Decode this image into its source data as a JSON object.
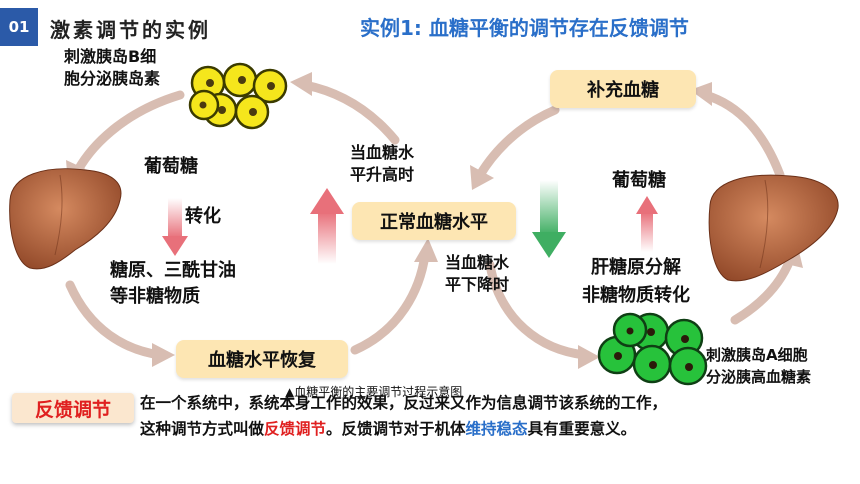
{
  "header": {
    "badge": "01",
    "section_title": "激素调节的实例",
    "main_title": "实例1: 血糖平衡的调节存在反馈调节"
  },
  "diagram": {
    "stimulate_b_line1": "刺激胰岛B细",
    "stimulate_b_line2": "胞分泌胰岛素",
    "glucose_left": "葡萄糖",
    "convert": "转化",
    "glycogen_line1": "糖原、三酰甘油",
    "glycogen_line2": "等非糖物质",
    "box_recover": "血糖水平恢复",
    "box_normal": "正常血糖水平",
    "box_supplement": "补充血糖",
    "high_line1": "当血糖水",
    "high_line2": "平升高时",
    "low_line1": "当血糖水",
    "low_line2": "平下降时",
    "glucose_right": "葡萄糖",
    "breakdown_line1": "肝糖原分解",
    "breakdown_line2": "非糖物质转化",
    "stimulate_a_line1": "刺激胰岛A细胞",
    "stimulate_a_line2": "分泌胰高血糖素",
    "caption": "▲血糖平衡的主要调节过程示意图"
  },
  "feedback": {
    "label": "反馈调节",
    "line1": "在一个系统中，系统本身工作的效果，反过来又作为信息调节该系统的工作，",
    "line2_pre": "这种调节方式叫做",
    "line2_red": "反馈调节",
    "line2_mid": "。反馈调节对于机体",
    "line2_blue": "维持稳态",
    "line2_post": "具有重要意义。"
  },
  "colors": {
    "accent_blue": "#2a6fc9",
    "badge_blue": "#2b5aa8",
    "box_fill": "#fde6b3",
    "red": "#e02020",
    "b_cells": "#f5e61c",
    "a_cells": "#27c23b",
    "liver": "#b5643c"
  },
  "icons": [
    "liver-left-icon",
    "liver-right-icon",
    "b-cells-icon",
    "a-cells-icon"
  ]
}
